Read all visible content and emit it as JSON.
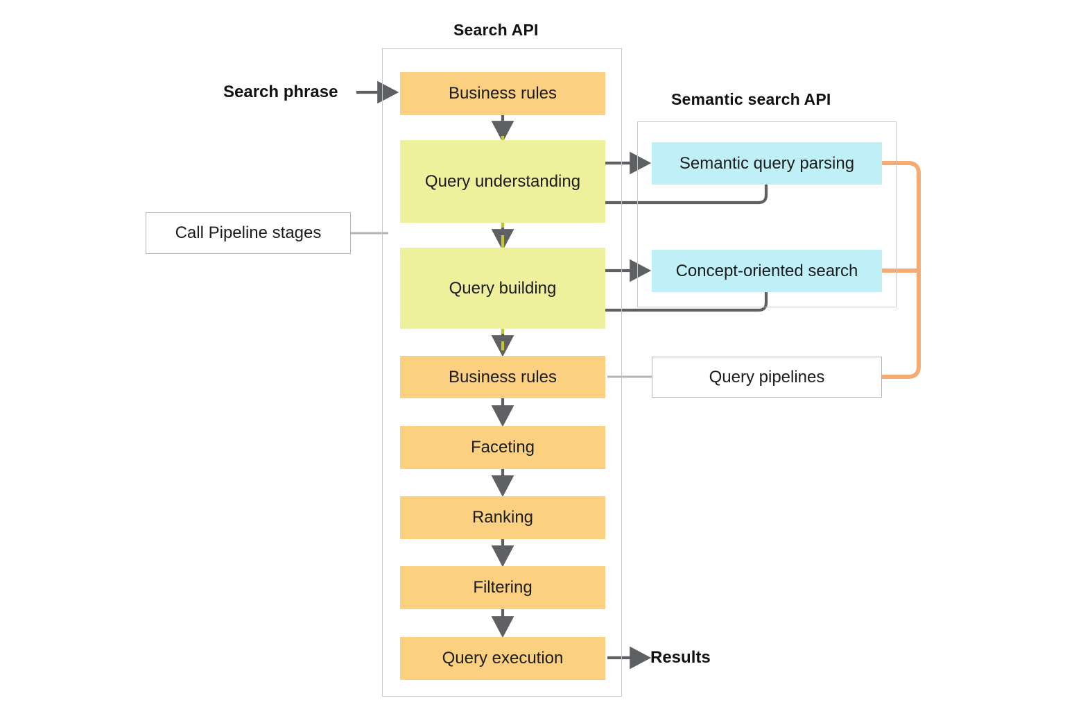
{
  "diagram": {
    "title_search_api": "Search API",
    "title_semantic_api": "Semantic search API",
    "labels": {
      "input": "Search phrase",
      "output": "Results"
    },
    "callouts": [
      {
        "name": "call-pipeline-stages",
        "text": "Call Pipeline stages"
      },
      {
        "name": "query-pipelines",
        "text": "Query pipelines"
      }
    ],
    "search_api_stages": [
      {
        "name": "business-rules-top",
        "text": "Business rules",
        "kind": "orange"
      },
      {
        "name": "query-understanding",
        "text": "Query understanding",
        "kind": "yellow"
      },
      {
        "name": "query-building",
        "text": "Query building",
        "kind": "yellow"
      },
      {
        "name": "business-rules-bottom",
        "text": "Business rules",
        "kind": "orange"
      },
      {
        "name": "faceting",
        "text": "Faceting",
        "kind": "orange"
      },
      {
        "name": "ranking",
        "text": "Ranking",
        "kind": "orange"
      },
      {
        "name": "filtering",
        "text": "Filtering",
        "kind": "orange"
      },
      {
        "name": "query-execution",
        "text": "Query execution",
        "kind": "orange"
      }
    ],
    "semantic_api_stages": [
      {
        "name": "semantic-query-parsing",
        "text": "Semantic query parsing",
        "kind": "blue"
      },
      {
        "name": "concept-oriented-search",
        "text": "Concept-oriented search",
        "kind": "blue"
      }
    ],
    "colors": {
      "orange_fill": "#fbd181",
      "yellow_fill": "#eff09c",
      "blue_fill": "#bff0f7",
      "arrow_gray": "#5e6064",
      "dashed_olive": "#c4c435",
      "connector_orange": "#f5ab72",
      "container_border": "#c8c8c8",
      "callout_border": "#b5b5b5",
      "background": "#ffffff"
    }
  }
}
